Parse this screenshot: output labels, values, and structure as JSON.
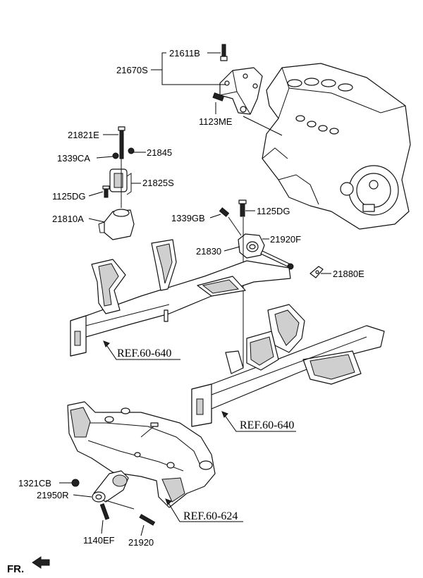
{
  "labels": {
    "p21611B": "21611B",
    "p21670S": "21670S",
    "p1123ME": "1123ME",
    "p21821E": "21821E",
    "p1339CA": "1339CA",
    "p21845": "21845",
    "p21825S": "21825S",
    "p1125DG_left": "1125DG",
    "p21810A": "21810A",
    "p1339GB": "1339GB",
    "p1125DG_right": "1125DG",
    "p21920F": "21920F",
    "p21830": "21830",
    "p21880E": "21880E",
    "p1321CB": "1321CB",
    "p21950R": "21950R",
    "p1140EF": "1140EF",
    "p21920": "21920"
  },
  "refs": {
    "left": {
      "prefix": "REF.",
      "number": "60-640"
    },
    "right": {
      "prefix": "REF.",
      "number": "60-640"
    },
    "subframe": {
      "prefix": "REF.",
      "number": "60-624"
    }
  },
  "direction": {
    "label": "FR."
  }
}
